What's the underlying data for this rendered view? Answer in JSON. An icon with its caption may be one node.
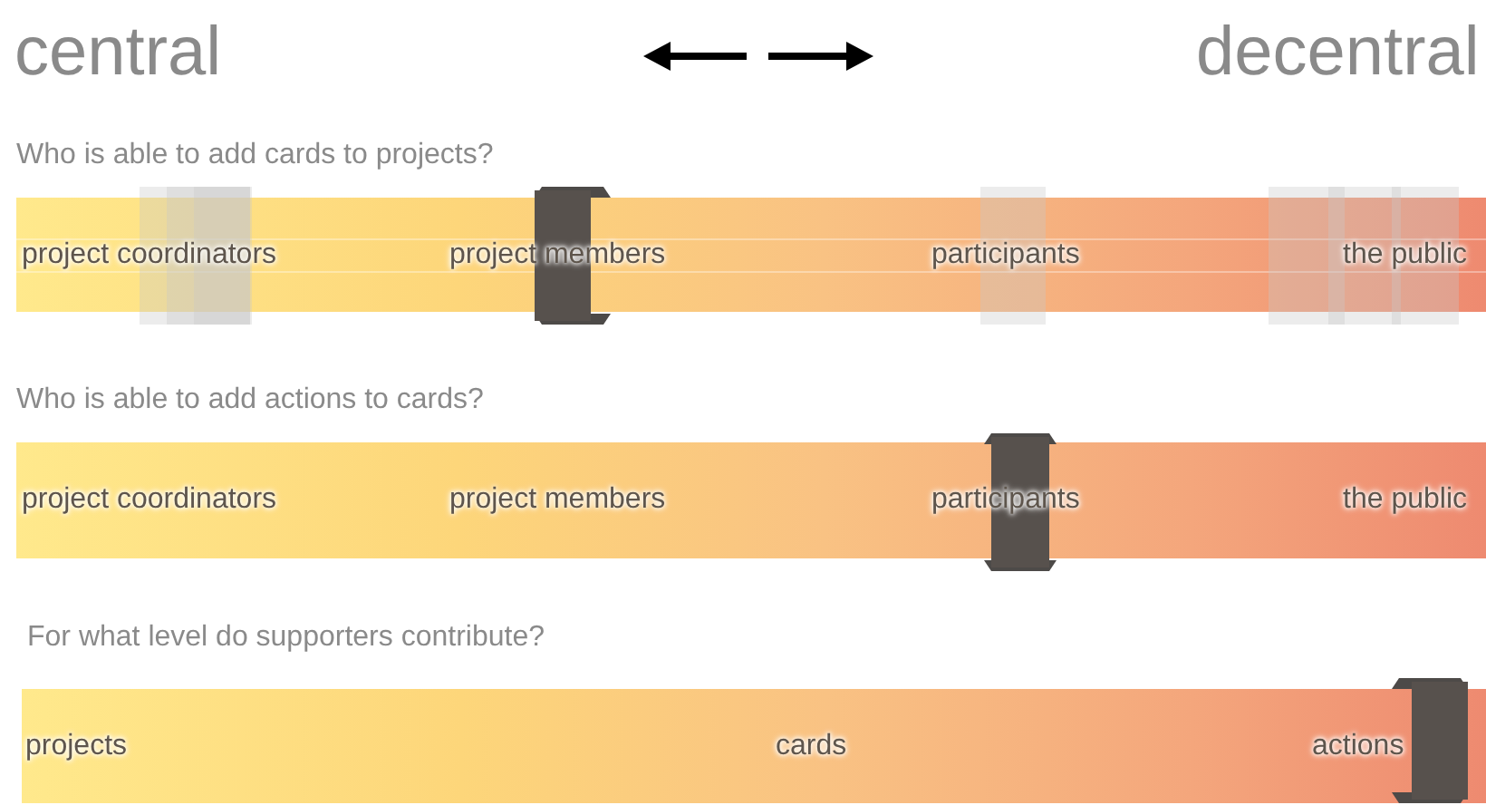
{
  "diagram": {
    "nodes": [
      {
        "text": [
          "project coordinators",
          "project members",
          "participants",
          "the public"
        ]
      },
      {
        "text": [
          "project coordinators",
          "project members",
          "participants",
          "the public"
        ]
      },
      {
        "text": [
          "projects",
          "cards",
          "actions"
        ]
      }
    ],
    "labels": [
      "central",
      "decentral",
      "Who is able to add cards to projects?",
      "Who is able to add actions to cards?",
      "For what level do supporters contribute?"
    ]
  }
}
